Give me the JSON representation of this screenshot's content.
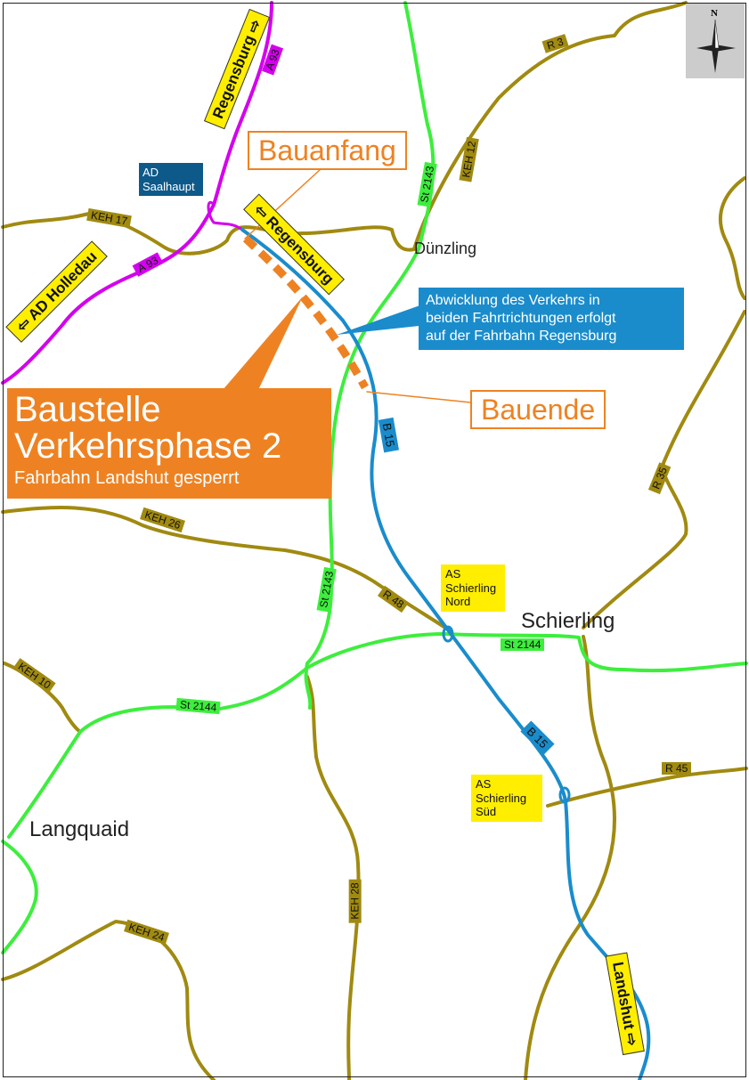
{
  "colors": {
    "state_road": "#3dee3d",
    "district_road": "#a08a10",
    "motorway": "#d400ee",
    "federal_road": "#1a8ccc",
    "construction": "#ee8222",
    "direction_sign": "#ffee00",
    "junction": "#0d5a8a"
  },
  "compass": {
    "label": "N"
  },
  "directions": {
    "regensburg_a93": "Regensburg",
    "regensburg_b15": "Regensburg",
    "holledau": "AD Holledau",
    "landshut": "Landshut"
  },
  "road_labels": {
    "a93_top": "A 93",
    "a93_mid": "A 93",
    "keh17": "KEH 17",
    "keh12": "KEH 12",
    "st2143_top": "St 2143",
    "st2143_bottom": "St 2143",
    "r3": "R 3",
    "r35": "R 35",
    "b15_top": "B 15",
    "b15_bottom": "B 15",
    "keh26": "KEH 26",
    "r48": "R 48",
    "st2144_right": "St 2144",
    "st2144_left": "St 2144",
    "keh10": "KEH 10",
    "r45": "R 45",
    "keh28": "KEH 28",
    "keh24": "KEH 24"
  },
  "places": {
    "duenzling": "Dünzling",
    "schierling": "Schierling",
    "langquaid": "Langquaid"
  },
  "junctions": {
    "saalhaupt": "AD\nSaalhaupt",
    "schierling_nord": "AS\nSchierling\nNord",
    "schierling_sued": "AS\nSchierling\nSüd"
  },
  "construction": {
    "start": "Bauanfang",
    "end": "Bauende",
    "title_line1": "Baustelle",
    "title_line2": "Verkehrsphase 2",
    "subtitle": "Fahrbahn Landshut gesperrt"
  },
  "traffic_note": "Abwicklung des Verkehrs in\nbeiden Fahrtrichtungen erfolgt\nauf der Fahrbahn Regensburg"
}
